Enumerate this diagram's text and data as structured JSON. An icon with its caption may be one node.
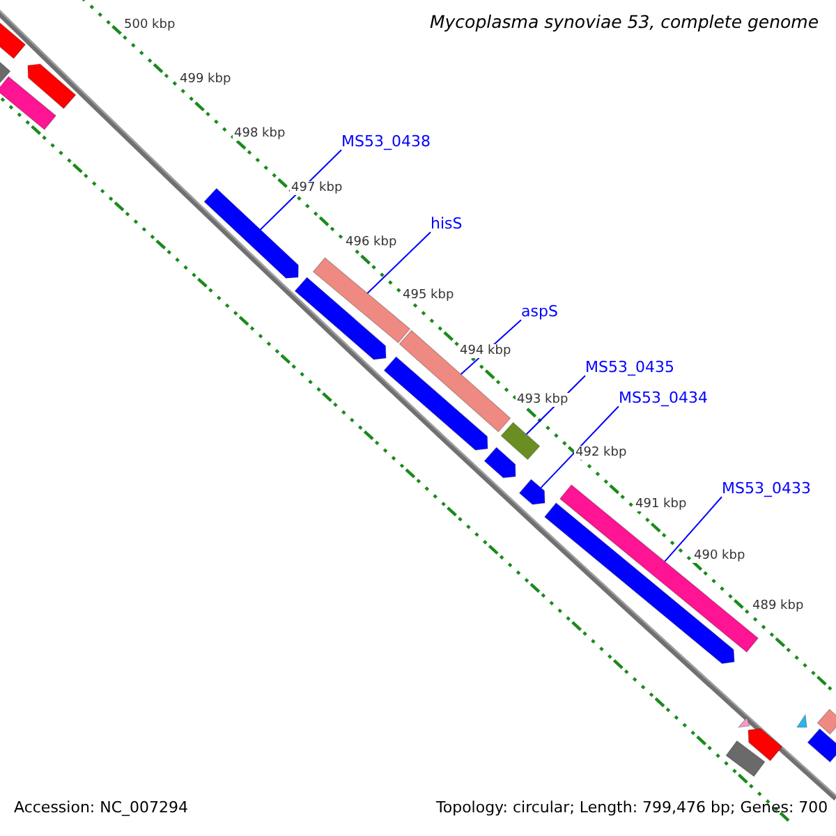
{
  "diagram": {
    "title": "Mycoplasma synoviae 53, complete genome",
    "nodes": [
      {
        "text": [
          "MS53_0438"
        ]
      },
      {
        "text": [
          "hisS"
        ]
      },
      {
        "text": [
          "aspS"
        ]
      },
      {
        "text": [
          "MS53_0435"
        ]
      },
      {
        "text": [
          "MS53_0434"
        ]
      },
      {
        "text": [
          "MS53_0433"
        ]
      },
      {
        "text": [],
        "shape": "bar"
      },
      {
        "text": [],
        "shape": "bar"
      },
      {
        "text": [],
        "shape": "bar"
      },
      {
        "text": [],
        "shape": "bar"
      },
      {
        "text": [],
        "shape": "bar"
      },
      {
        "text": [],
        "shape": "bar"
      },
      {
        "text": [],
        "shape": "bar"
      },
      {
        "text": [],
        "shape": "bar"
      },
      {
        "text": [],
        "shape": "bar"
      },
      {
        "text": [],
        "shape": "bar"
      },
      {
        "text": [],
        "shape": "bar"
      },
      {
        "text": [],
        "shape": "bar"
      },
      {
        "text": [],
        "shape": "bar"
      },
      {
        "text": [],
        "shape": "bar"
      },
      {
        "text": [],
        "shape": "bar"
      },
      {
        "text": [],
        "shape": "bar"
      },
      {
        "text": [],
        "shape": "triangle"
      },
      {
        "text": [],
        "shape": "triangle"
      },
      {
        "text": [],
        "shape": "bar"
      },
      {
        "text": [],
        "shape": "bar"
      }
    ],
    "edges": [
      {
        "from": 0,
        "to": 10,
        "arrow": "none"
      },
      {
        "from": 1,
        "to": 16,
        "arrow": "none"
      },
      {
        "from": 2,
        "to": 17,
        "arrow": "none"
      },
      {
        "from": 3,
        "to": 18,
        "arrow": "none"
      },
      {
        "from": 4,
        "to": 14,
        "arrow": "none"
      },
      {
        "from": 5,
        "to": 19,
        "arrow": "none"
      }
    ],
    "labels": [
      "500 kbp",
      "499 kbp",
      "498 kbp",
      "497 kbp",
      "496 kbp",
      "495 kbp",
      "494 kbp",
      "493 kbp",
      "492 kbp",
      "491 kbp",
      "490 kbp",
      "489 kbp",
      "Accession: NC_007294",
      "Topology: circular; Length: 799,476 bp; Genes: 700"
    ]
  }
}
